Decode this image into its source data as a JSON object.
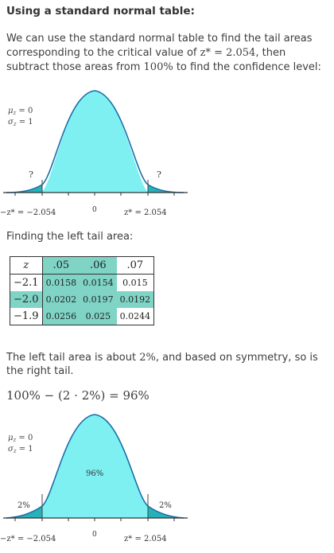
{
  "heading": "Using a standard normal table:",
  "intro": {
    "part1": "We can use the standard normal table to find the tail areas corresponding to the critical value of ",
    "zstar": "z* = 2.054",
    "part2": ", then subtract those areas from ",
    "pct": "100%",
    "part3": " to find the confidence level:"
  },
  "curve1": {
    "mu": "μz = 0",
    "mu_sym": "μ",
    "mu_sub": "z",
    "mu_rest": " = 0",
    "sigma_sym": "σ",
    "sigma_sub": "z",
    "sigma_rest": " = 1",
    "left_tail": "?",
    "right_tail": "?",
    "left_crit": "−z* = −2.054",
    "center": "0",
    "right_crit": "z* = 2.054"
  },
  "finding_label": "Finding the left tail area:",
  "table": {
    "z_header": "z",
    "columns": [
      ".05",
      ".06",
      ".07"
    ],
    "rows": [
      {
        "z": "−2.1",
        "cells": [
          "0.0158",
          "0.0154",
          "0.015"
        ]
      },
      {
        "z": "−2.0",
        "cells": [
          "0.0202",
          "0.0197",
          "0.0192"
        ]
      },
      {
        "z": "−1.9",
        "cells": [
          "0.0256",
          "0.025",
          "0.0244"
        ]
      }
    ]
  },
  "tail_text": {
    "part1": "The left tail area is about ",
    "pct": "2%",
    "part2": ", and based on symmetry, so is the right tail."
  },
  "equation": "100% − (2 · 2%) = 96%",
  "curve2": {
    "mu_sym": "μ",
    "mu_sub": "z",
    "mu_rest": " = 0",
    "sigma_sym": "σ",
    "sigma_sub": "z",
    "sigma_rest": " = 1",
    "center_pct": "96%",
    "left_tail": "2%",
    "right_tail": "2%",
    "left_crit": "−z* = −2.054",
    "center": "0",
    "right_crit": "z* = 2.054"
  },
  "colors": {
    "fill": "#7ef0f2",
    "tail": "#27b2b8",
    "stroke": "#1a6fa8",
    "table_highlight": "#7fd4c6"
  }
}
